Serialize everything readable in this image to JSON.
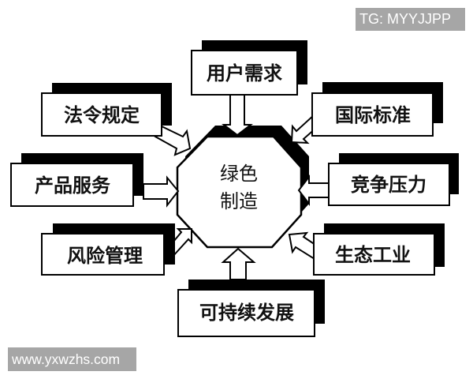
{
  "watermarks": {
    "top_right": "TG: MYYJJPP",
    "bottom_left": "www.yxwzhs.com"
  },
  "diagram": {
    "center": {
      "line1": "绿色",
      "line2": "制造",
      "shape": "octagon"
    },
    "nodes": [
      {
        "id": "user_demand",
        "label": "用户需求",
        "position": "top"
      },
      {
        "id": "regulations",
        "label": "法令规定",
        "position": "top-left"
      },
      {
        "id": "intl_standards",
        "label": "国际标准",
        "position": "top-right"
      },
      {
        "id": "product_service",
        "label": "产品服务",
        "position": "left"
      },
      {
        "id": "competition",
        "label": "竞争压力",
        "position": "right"
      },
      {
        "id": "risk_management",
        "label": "风险管理",
        "position": "bottom-left"
      },
      {
        "id": "eco_industry",
        "label": "生态工业",
        "position": "bottom-right"
      },
      {
        "id": "sustainability",
        "label": "可持续发展",
        "position": "bottom"
      }
    ],
    "edges": [
      {
        "from": "用户需求",
        "to": "绿色制造"
      },
      {
        "from": "法令规定",
        "to": "绿色制造"
      },
      {
        "from": "国际标准",
        "to": "绿色制造"
      },
      {
        "from": "产品服务",
        "to": "绿色制造"
      },
      {
        "from": "竞争压力",
        "to": "绿色制造"
      },
      {
        "from": "风险管理",
        "to": "绿色制造"
      },
      {
        "from": "生态工业",
        "to": "绿色制造"
      },
      {
        "from": "可持续发展",
        "to": "绿色制造"
      }
    ]
  },
  "colors": {
    "background": "#ffffff",
    "ink": "#000000",
    "watermark_bg": "#a6a6a6",
    "watermark_text": "#ffffff"
  }
}
